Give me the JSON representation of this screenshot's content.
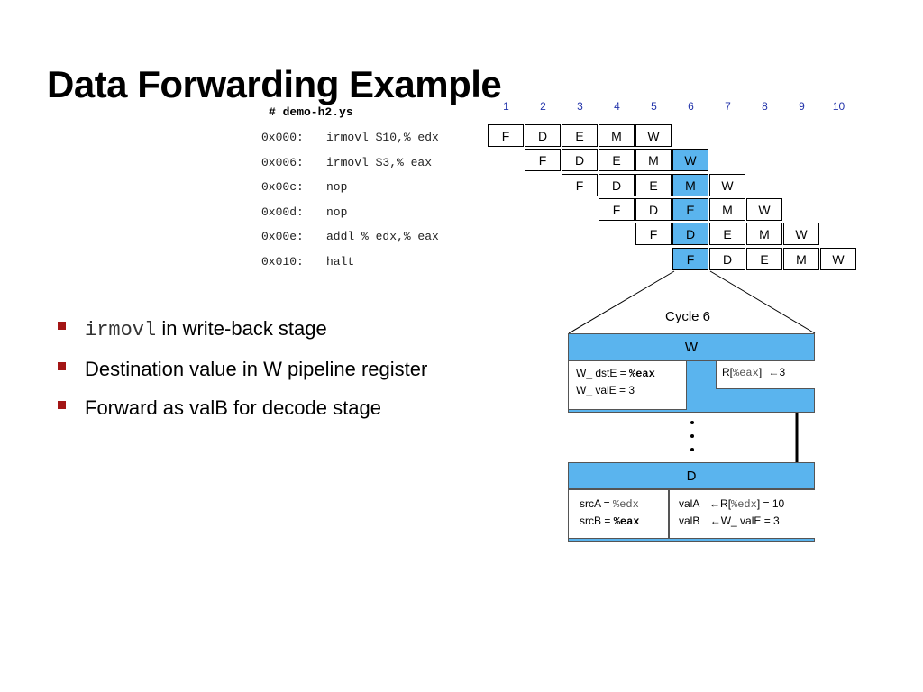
{
  "title": "Data Forwarding Example",
  "program": {
    "header": "# demo-h2.ys",
    "lines": [
      {
        "addr": "0x000:",
        "instr": "irmovl $10,% edx"
      },
      {
        "addr": "0x006:",
        "instr": "irmovl  $3,% eax"
      },
      {
        "addr": "0x00c:",
        "instr": "nop"
      },
      {
        "addr": "0x00d:",
        "instr": "nop"
      },
      {
        "addr": "0x00e:",
        "instr": "addl % edx,% eax"
      },
      {
        "addr": "0x010:",
        "instr": "halt"
      }
    ]
  },
  "pipeline": {
    "cycles": [
      "1",
      "2",
      "3",
      "4",
      "5",
      "6",
      "7",
      "8",
      "9",
      "10"
    ],
    "stages": [
      "F",
      "D",
      "E",
      "M",
      "W"
    ],
    "rows": [
      {
        "start": 1
      },
      {
        "start": 2
      },
      {
        "start": 3
      },
      {
        "start": 4
      },
      {
        "start": 5
      },
      {
        "start": 6
      }
    ],
    "highlight_cycle": 6,
    "highlight_color": "#5ab4ee"
  },
  "bullets": {
    "b1_code": "irmovl",
    "b1_text": " in write-back stage",
    "b2": "Destination value in W pipeline register",
    "b3": "Forward as valB for decode stage"
  },
  "detail": {
    "cycle_label": "Cycle 6",
    "w": {
      "header": "W",
      "dstE_label": "W_ dstE  =",
      "dstE_value": "%eax",
      "valE_label": "W_ valE  = 3",
      "rf_prefix": "R[",
      "rf_reg": "%eax",
      "rf_suffix": "]",
      "rf_arrow": "←",
      "rf_value": "3"
    },
    "d": {
      "header": "D",
      "srcA_label": "srcA  =",
      "srcA_value": "%edx",
      "srcB_label": "srcB  =",
      "srcB_value": "%eax",
      "valA_label": "valA",
      "valA_arrow": "←",
      "valA_prefix": "R[",
      "valA_reg": "%edx",
      "valA_suffix": "]  =  10",
      "valB_label": "valB",
      "valB_arrow": "←",
      "valB_src": "W_ valE  =  3"
    }
  },
  "colors": {
    "accent": "#5ab4ee",
    "bullet": "#a31515",
    "cycle_numbers": "#2233aa"
  }
}
